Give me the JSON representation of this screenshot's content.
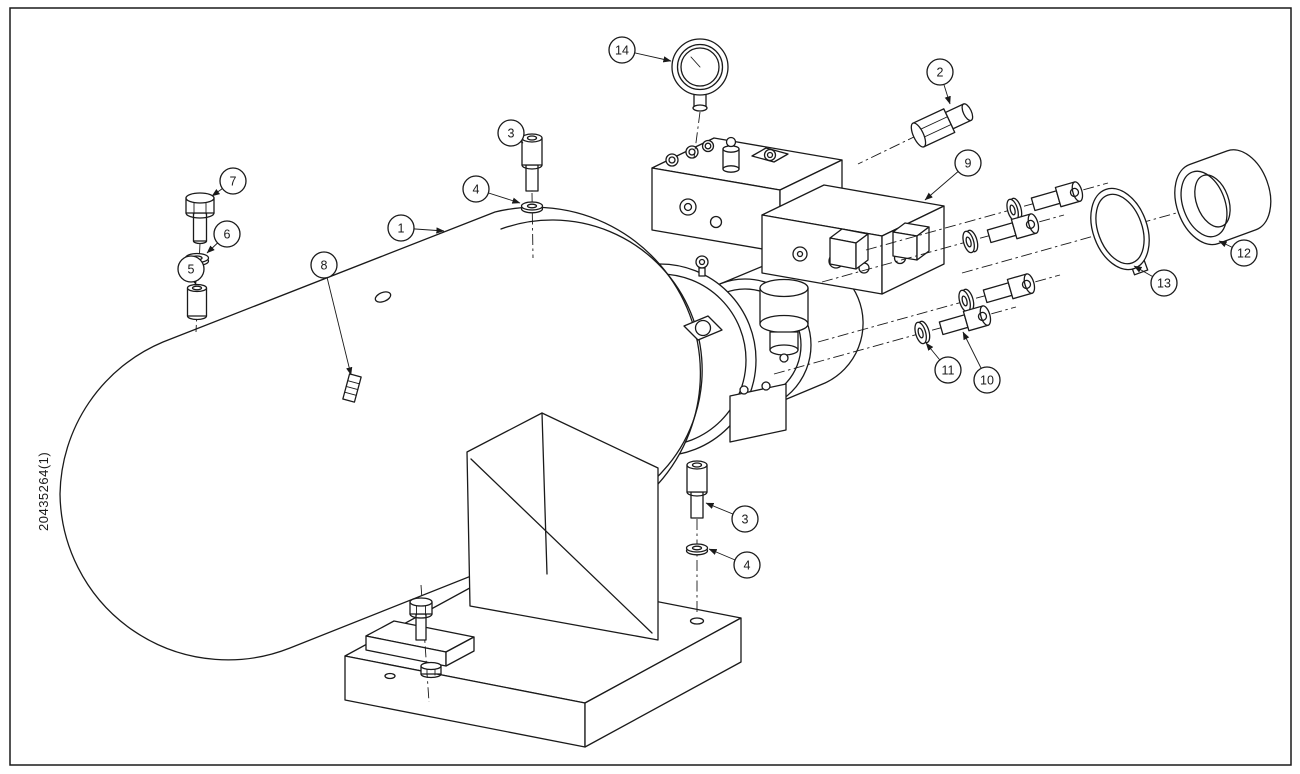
{
  "sheet": {
    "drawing_number": "20435264(1)",
    "ink_color": "#1a1a1a",
    "paper_color": "#ffffff"
  },
  "callouts": [
    {
      "label": "14"
    },
    {
      "label": "2"
    },
    {
      "label": "3"
    },
    {
      "label": "4"
    },
    {
      "label": "7"
    },
    {
      "label": "6"
    },
    {
      "label": "5"
    },
    {
      "label": "1"
    },
    {
      "label": "8"
    },
    {
      "label": "9"
    },
    {
      "label": "12"
    },
    {
      "label": "13"
    },
    {
      "label": "11"
    },
    {
      "label": "10"
    },
    {
      "label": "3"
    },
    {
      "label": "4"
    }
  ]
}
